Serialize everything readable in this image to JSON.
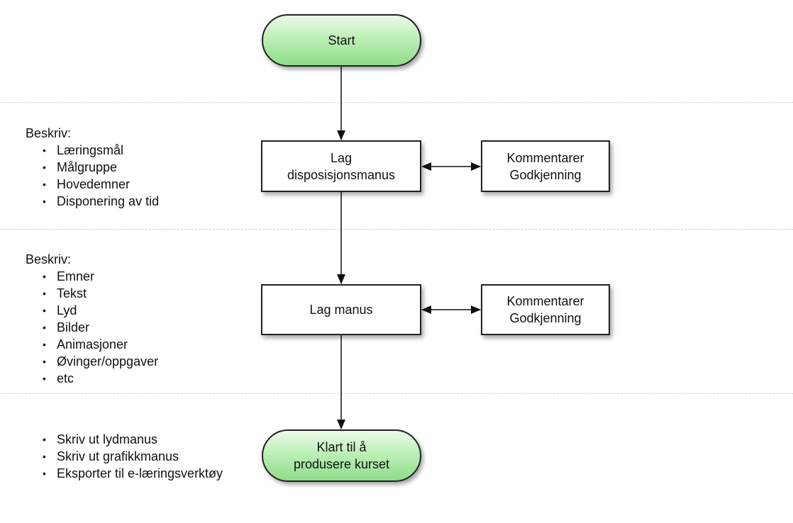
{
  "nodes": {
    "start": "Start",
    "outline_script": "Lag\ndisposisjonsmanus",
    "review_1": "Kommentarer\nGodkjenning",
    "script": "Lag manus",
    "review_2": "Kommentarer\nGodkjenning",
    "finish": "Klart til å\nprodusere kurset"
  },
  "colors": {
    "terminal_fill": "#a6e6a0",
    "stroke": "#222222",
    "divider": "#cfcfcf"
  },
  "notes": {
    "outline": {
      "heading": "Beskriv:",
      "items": [
        "Læringsmål",
        "Målgruppe",
        "Hovedemner",
        "Disponering av tid"
      ]
    },
    "script": {
      "heading": "Beskriv:",
      "items": [
        "Emner",
        "Tekst",
        "Lyd",
        "Bilder",
        "Animasjoner",
        "Øvinger/oppgaver",
        "etc"
      ]
    },
    "output": {
      "items": [
        "Skriv ut lydmanus",
        "Skriv ut grafikkmanus",
        "Eksporter til e-læringsverktøy"
      ]
    }
  }
}
